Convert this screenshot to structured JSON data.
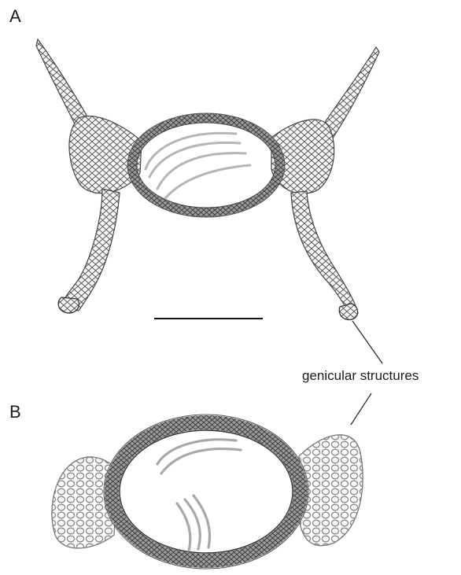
{
  "figure": {
    "panel_a_label": "A",
    "panel_b_label": "B",
    "callout": "genicular structures"
  }
}
